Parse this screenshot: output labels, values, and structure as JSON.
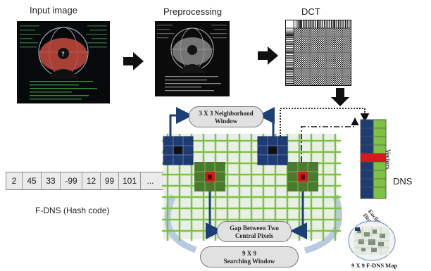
{
  "stages": {
    "input": "Input image",
    "preprocessing": "Preprocessing",
    "dct": "DCT",
    "dns": "DNS",
    "fdns": "F-DNS (Hash code)"
  },
  "hash_values": [
    "2",
    "45",
    "33",
    "-99",
    "12",
    "99",
    "101",
    "..."
  ],
  "labels": {
    "neighborhood_line1": "3 X 3 Neighborhood",
    "neighborhood_line2": "Window",
    "gap_line1": "Gap Between Two",
    "gap_line2": "Central Pixels",
    "search_line1": "9 X 9",
    "search_line2": "Searching Window",
    "vectors": "Vectors",
    "euclidean_line1": "Euclidean",
    "euclidean_line2": "Distance",
    "map": "9 X 9 F-DNS Map"
  },
  "colors": {
    "grid_green": "#7dc242",
    "dark_green": "#4a7a2c",
    "navy": "#1f3b73",
    "red": "#d7191c",
    "arrow_blue": "#1d3f78"
  }
}
